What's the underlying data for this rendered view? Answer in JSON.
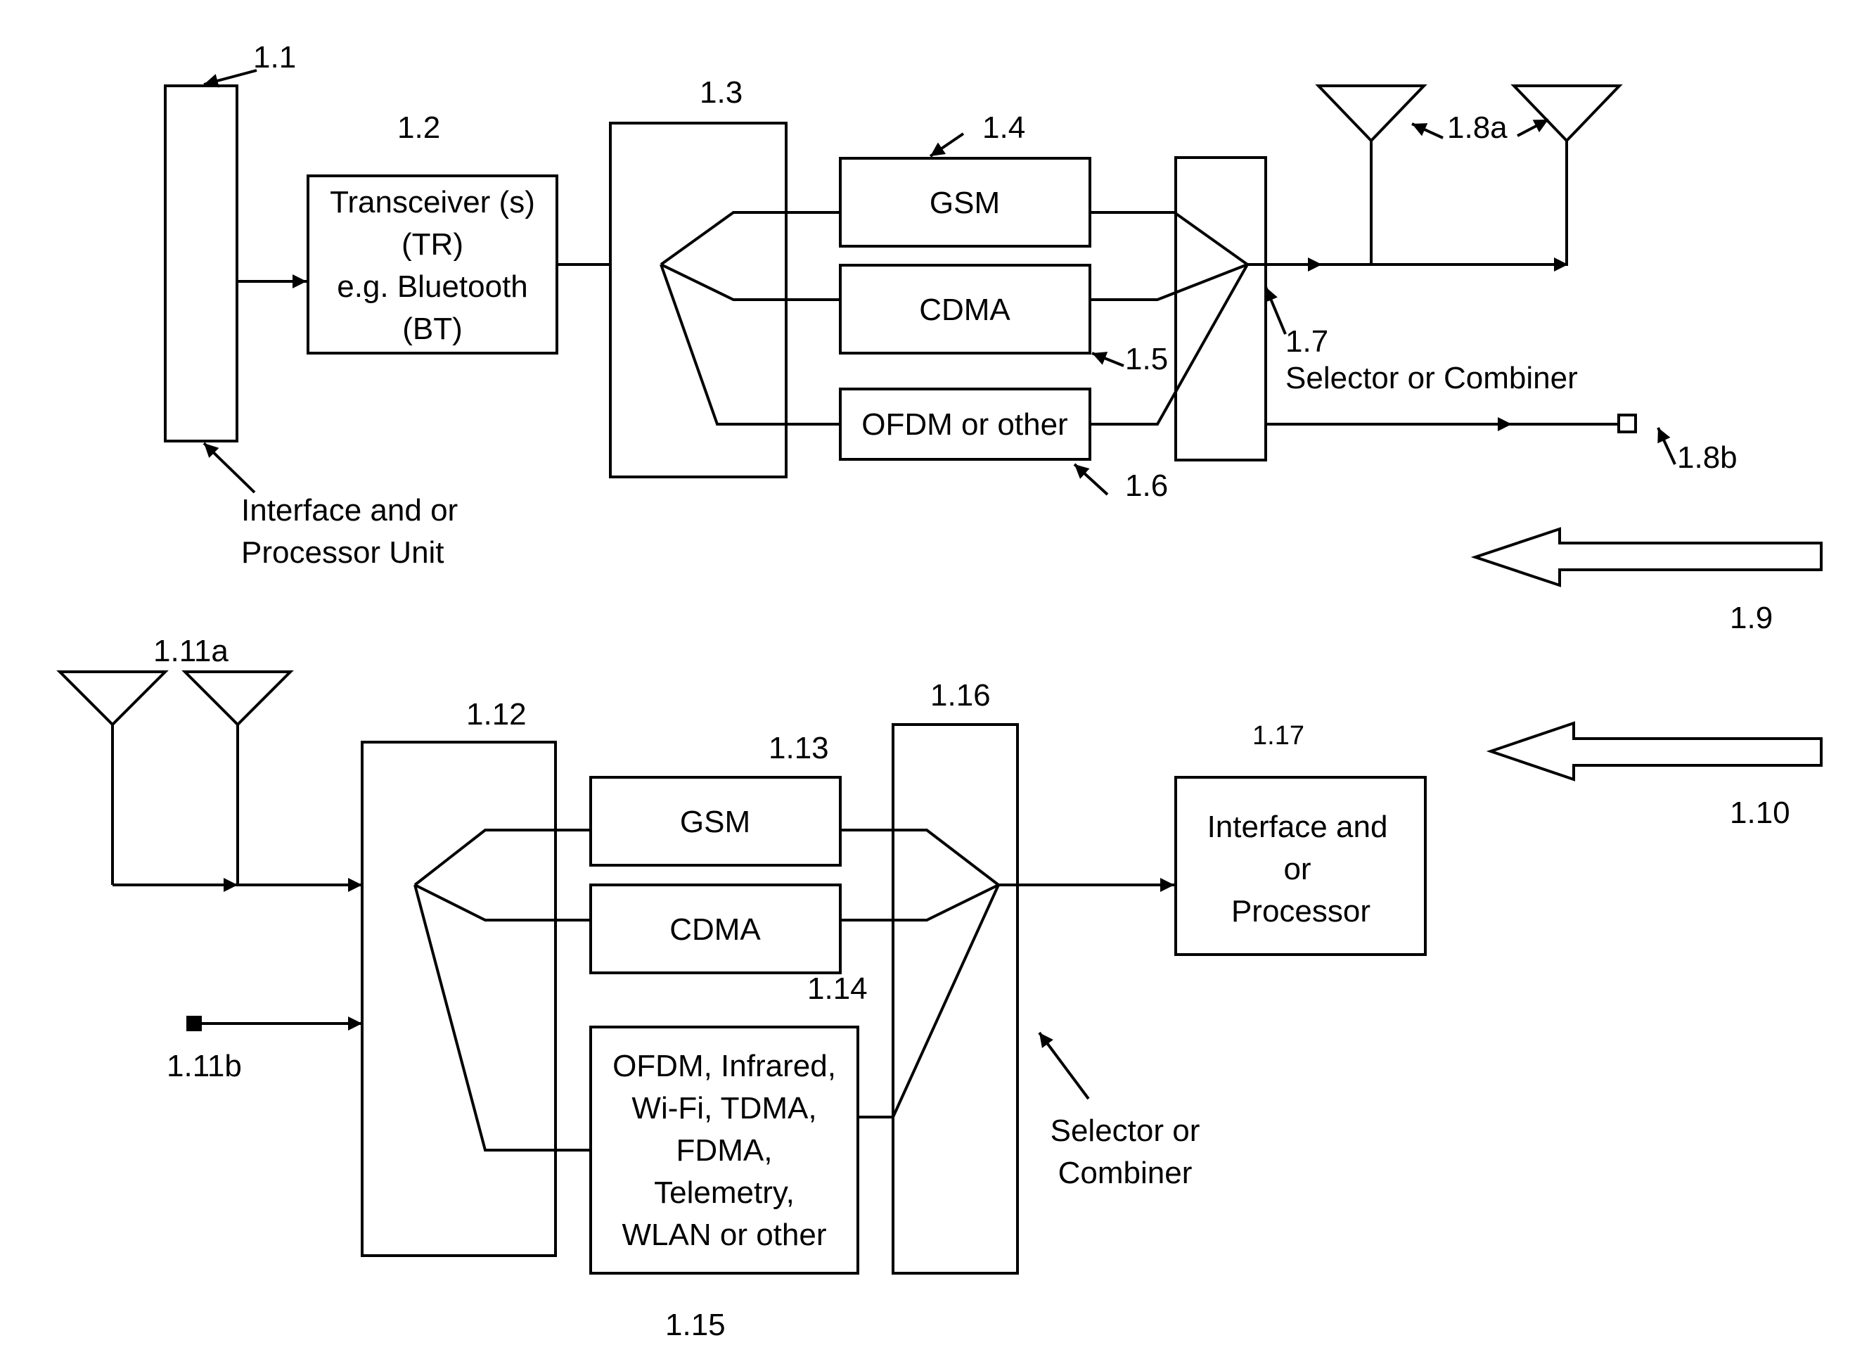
{
  "top": {
    "interface_ref": "1.1",
    "interface_caption": [
      "Interface and or",
      "Processor Unit"
    ],
    "transceiver_ref": "1.2",
    "transceiver_lines": [
      "Transceiver (s)",
      "(TR)",
      "e.g. Bluetooth",
      "(BT)"
    ],
    "splitter_ref": "1.3",
    "gsm_ref": "1.4",
    "gsm_label": "GSM",
    "cdma_label": "CDMA",
    "cdma_ref": "1.5",
    "ofdm_label": "OFDM or other",
    "ofdm_ref": "1.6",
    "selector_ref": "1.7",
    "selector_label": "Selector or Combiner",
    "antenna_ref": "1.8a",
    "port_ref": "1.8b"
  },
  "flow_refs": {
    "arrow_top": "1.9",
    "arrow_bottom": "1.10"
  },
  "bottom": {
    "antenna_ref": "1.11a",
    "port_ref": "1.11b",
    "splitter_ref": "1.12",
    "gsm_ref": "1.13",
    "gsm_label": "GSM",
    "cdma_label": "CDMA",
    "cdma_ref": "1.14",
    "multi_lines": [
      "OFDM, Infrared,",
      "Wi-Fi, TDMA,",
      "FDMA,",
      "Telemetry,",
      "WLAN or other"
    ],
    "multi_ref": "1.15",
    "selector_ref": "1.16",
    "selector_lines": [
      "Selector or",
      "Combiner"
    ],
    "processor_ref": "1.17",
    "processor_lines": [
      "Interface and",
      "or",
      "Processor"
    ]
  }
}
